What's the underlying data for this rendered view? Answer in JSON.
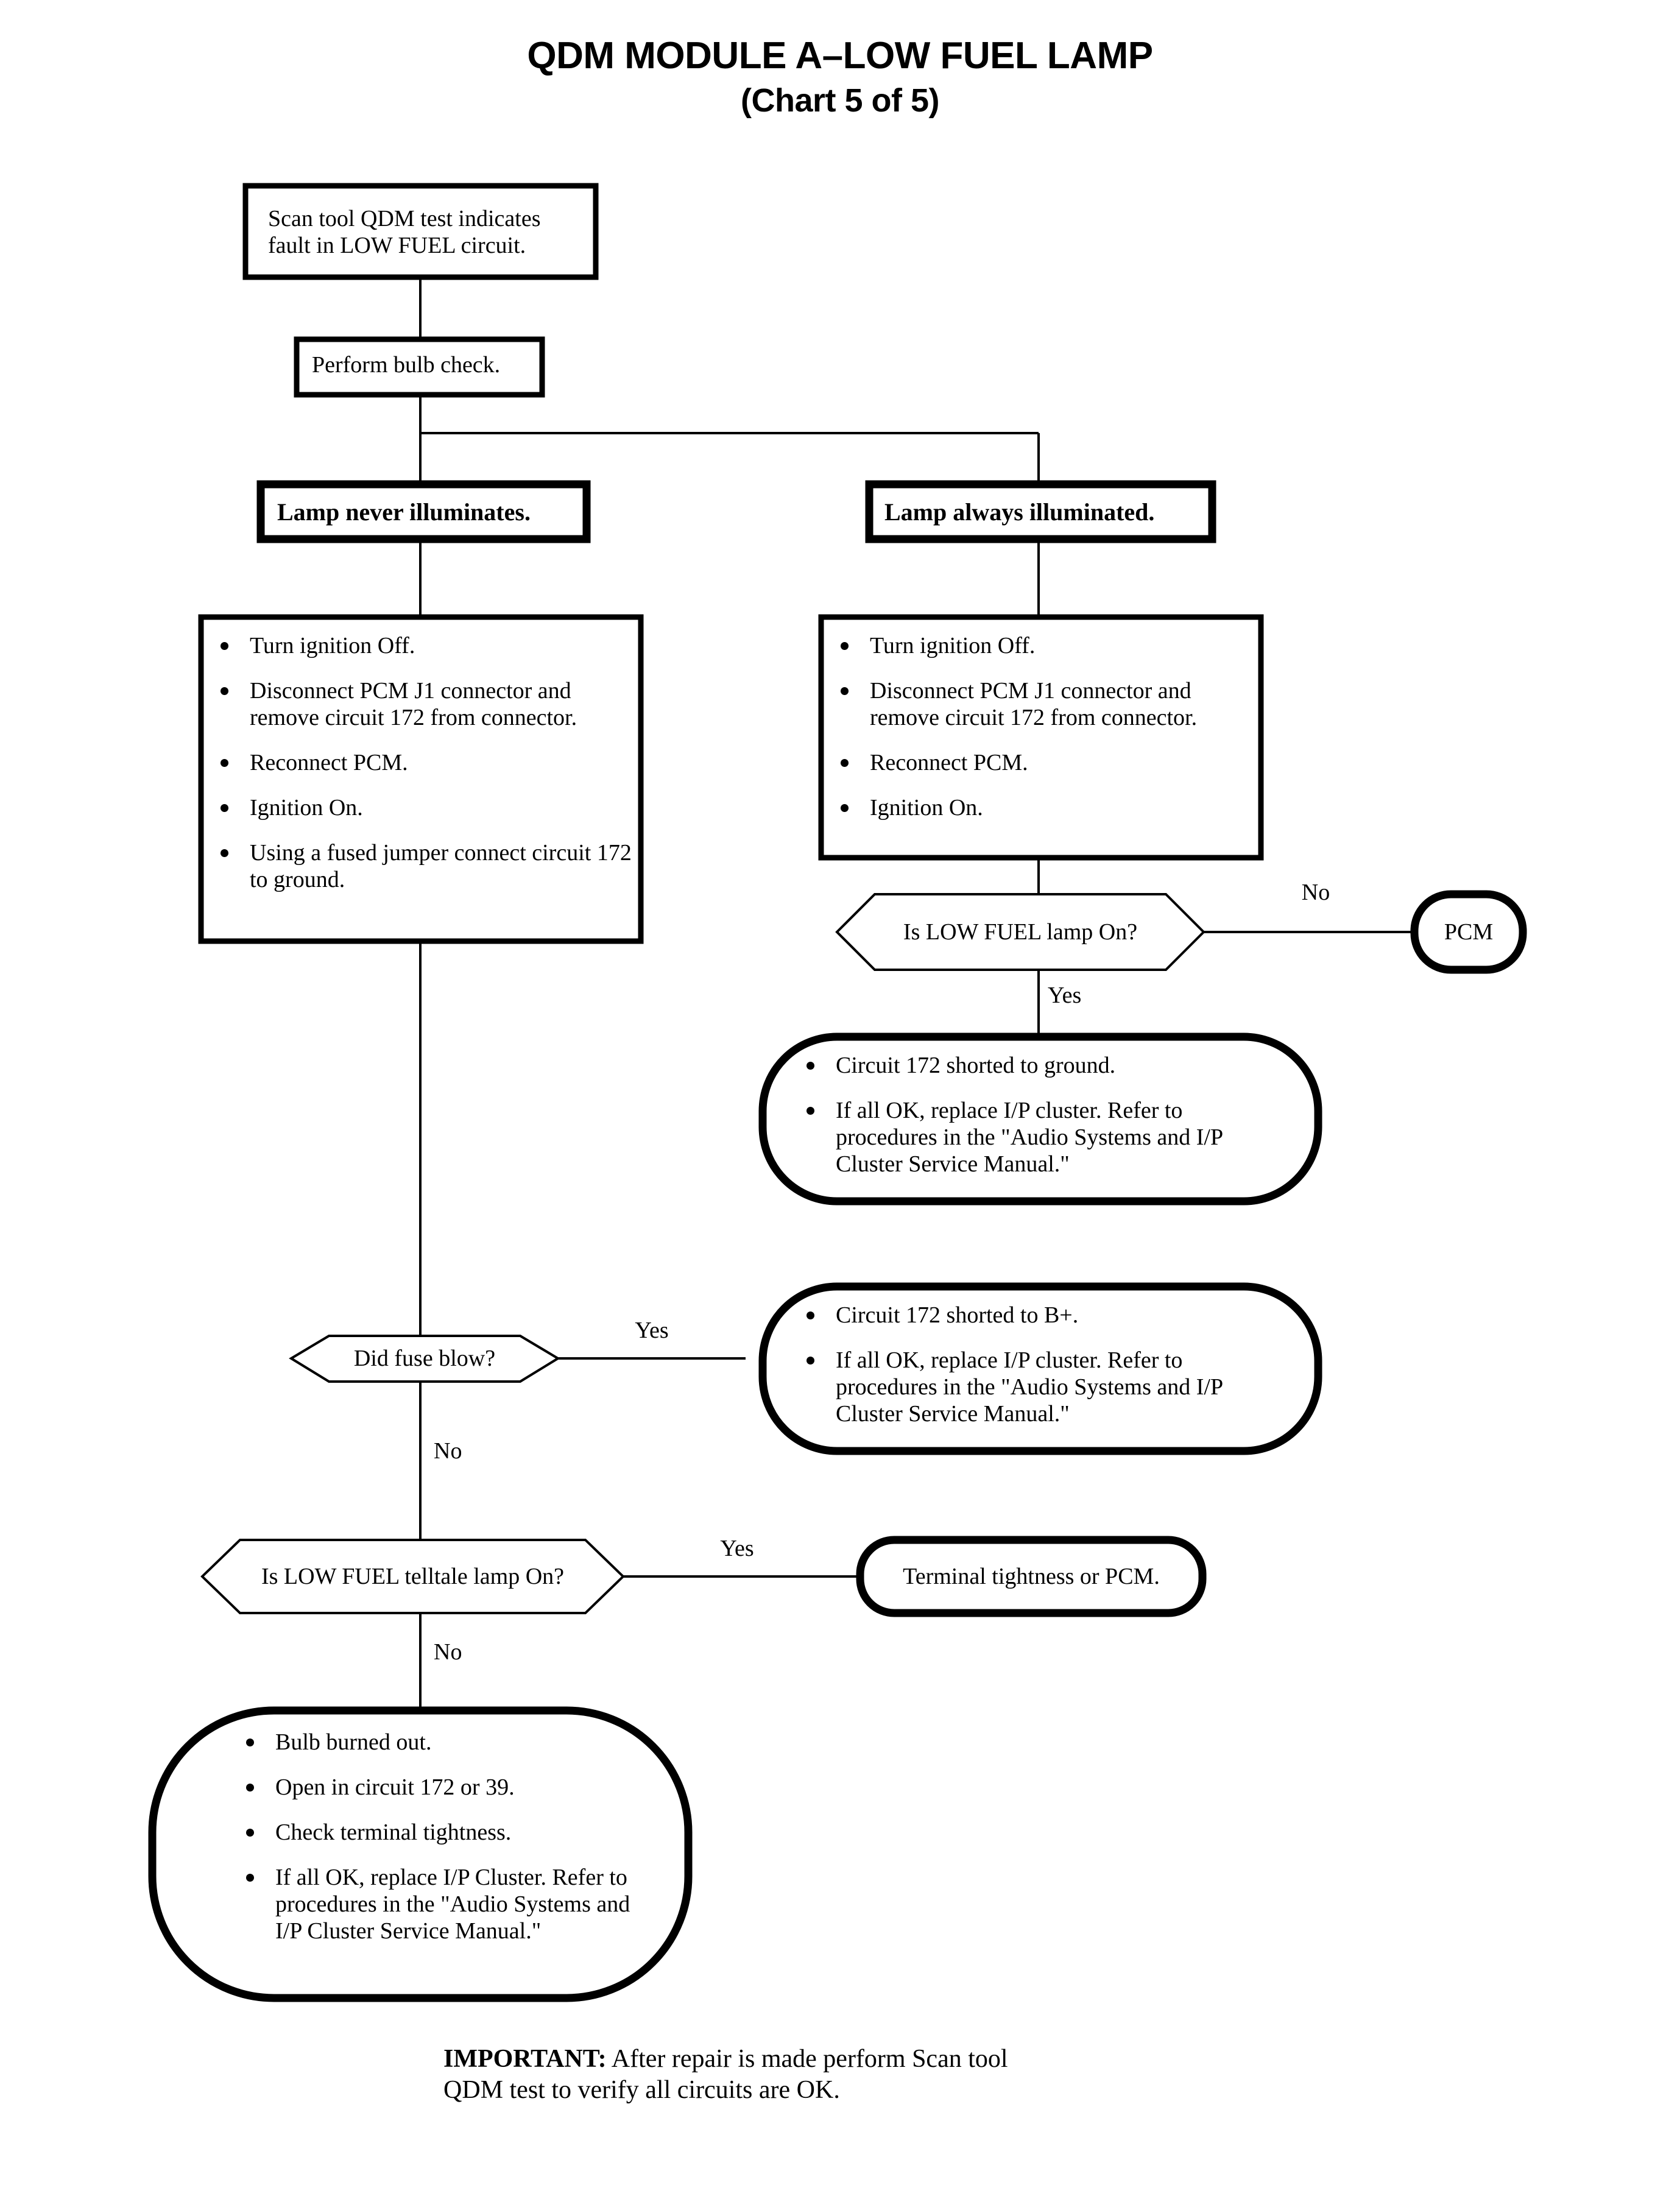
{
  "title": {
    "line1": "QDM MODULE A–LOW FUEL LAMP",
    "line2": "(Chart 5 of 5)"
  },
  "nodes": {
    "start": {
      "type": "process-box",
      "text": "Scan tool QDM test indicates\nfault in LOW FUEL circuit."
    },
    "bulb_check": {
      "type": "process-box",
      "text": "Perform bulb check."
    },
    "branch_left": {
      "type": "process-box-bold",
      "text": "Lamp never illuminates."
    },
    "branch_right": {
      "type": "process-box-bold",
      "text": "Lamp always illuminated."
    },
    "left_steps": {
      "type": "bullet-box",
      "bullets": [
        "Turn ignition Off.",
        "Disconnect PCM J1 connector and\nremove circuit 172 from connector.",
        "Reconnect PCM.",
        "Ignition On.",
        "Using a fused jumper connect\ncircuit 172 to ground."
      ]
    },
    "right_steps": {
      "type": "bullet-box",
      "bullets": [
        "Turn ignition Off.",
        "Disconnect PCM J1 connector and\nremove circuit 172 from connector.",
        "Reconnect PCM.",
        "Ignition On."
      ]
    },
    "decision_lamp_on": {
      "type": "decision-hexagon",
      "text": "Is LOW FUEL lamp On?"
    },
    "terminal_pcm": {
      "type": "terminal-rounded",
      "text": "PCM"
    },
    "result_short_ground": {
      "type": "result-rounded",
      "bullets": [
        "Circuit 172 shorted to ground.",
        "If all OK, replace I/P cluster. Refer to\nprocedures in the \"Audio Systems and\nI/P Cluster Service Manual.\""
      ]
    },
    "decision_fuse": {
      "type": "decision-hexagon",
      "text": "Did fuse blow?"
    },
    "result_short_bplus": {
      "type": "result-rounded",
      "bullets": [
        "Circuit 172 shorted to B+.",
        "If all OK, replace I/P cluster. Refer to\nprocedures in the \"Audio Systems and\nI/P Cluster Service Manual.\""
      ]
    },
    "decision_telltale": {
      "type": "decision-hexagon",
      "text": "Is LOW FUEL telltale lamp On?"
    },
    "result_terminal_tightness": {
      "type": "result-rounded",
      "text": "Terminal tightness or PCM."
    },
    "result_bulb_open": {
      "type": "result-rounded",
      "bullets": [
        "Bulb burned out.",
        "Open in circuit 172 or 39.",
        "Check terminal tightness.",
        "If all OK, replace I/P Cluster.\nRefer to procedures in the\n\"Audio Systems and I/P\nCluster Service Manual.\""
      ]
    }
  },
  "edge_labels": {
    "lamp_on_no": "No",
    "lamp_on_yes": "Yes",
    "fuse_yes": "Yes",
    "fuse_no": "No",
    "telltale_yes": "Yes",
    "telltale_no": "No"
  },
  "footer": {
    "label": "IMPORTANT:",
    "text": " After repair is made perform Scan tool\nQDM test to verify all circuits are OK."
  },
  "colors": {
    "ink": "#000000",
    "paper": "#ffffff"
  }
}
